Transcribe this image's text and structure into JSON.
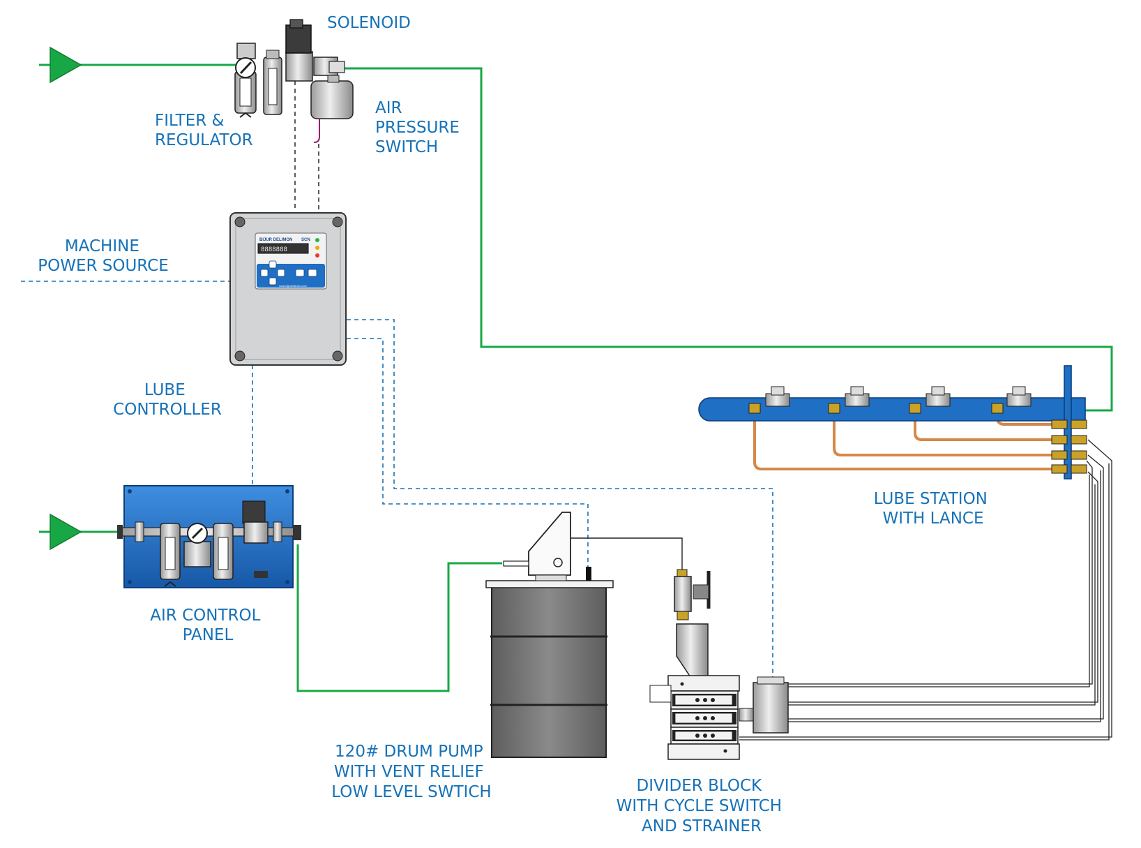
{
  "colors": {
    "air_line": "#17a845",
    "electric_dashed": "#1672b8",
    "label_text": "#1672b8",
    "panel_blue": "#1f6fc4",
    "drum_gray": "#7b7b7b",
    "copper": "#d4884a",
    "brass": "#c9a227"
  },
  "labels": {
    "solenoid": "SOLENOID",
    "filter_regulator": [
      "FILTER &",
      "REGULATOR"
    ],
    "air_pressure_switch": [
      "AIR",
      "PRESSURE",
      "SWITCH"
    ],
    "machine_power_source": [
      "MACHINE",
      "POWER SOURCE"
    ],
    "lube_controller": [
      "LUBE",
      "CONTROLLER"
    ],
    "air_control_panel": [
      "AIR CONTROL",
      "PANEL"
    ],
    "lube_station": [
      "LUBE STATION",
      "WITH LANCE"
    ],
    "drum_pump": [
      "120# DRUM PUMP",
      "WITH VENT RELIEF",
      "LOW LEVEL SWTICH"
    ],
    "divider_block": [
      "DIVIDER BLOCK",
      "WITH CYCLE SWITCH",
      "AND STRAINER"
    ]
  },
  "controller_display": {
    "brand": "BIJUR DELIMON",
    "model": "SCN",
    "readout": "8888888",
    "url": "www.bijurdelimon.com"
  }
}
